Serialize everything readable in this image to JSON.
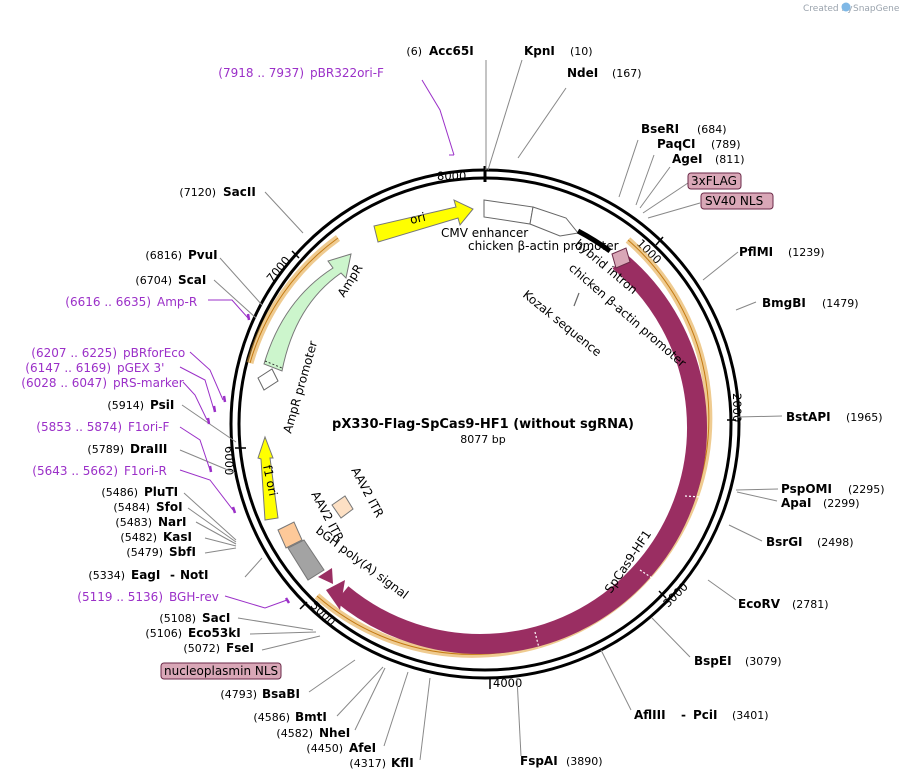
{
  "title": "pX330-Flag-SpCas9-HF1  (without sgRNA)",
  "length_label": "8077 bp",
  "credit": {
    "prefix": "Created by",
    "brand": "SnapGene"
  },
  "ticks": [
    "1000",
    "2000",
    "3000",
    "4000",
    "5000",
    "6000",
    "7000",
    "8000"
  ],
  "enzymes": {
    "acc65i": {
      "name": "Acc65I",
      "pos": "(6)"
    },
    "kpni": {
      "name": "KpnI",
      "pos": "(10)"
    },
    "ndei": {
      "name": "NdeI",
      "pos": "(167)"
    },
    "bseri": {
      "name": "BseRI",
      "pos": "(684)"
    },
    "paqci": {
      "name": "PaqCI",
      "pos": "(789)"
    },
    "agei": {
      "name": "AgeI",
      "pos": "(811)"
    },
    "pflmi": {
      "name": "PflMI",
      "pos": "(1239)"
    },
    "bmgbi": {
      "name": "BmgBI",
      "pos": "(1479)"
    },
    "bstapi": {
      "name": "BstAPI",
      "pos": "(1965)"
    },
    "pspomi": {
      "name": "PspOMI",
      "pos": "(2295)"
    },
    "apai": {
      "name": "ApaI",
      "pos": "(2299)"
    },
    "bsrgi": {
      "name": "BsrGI",
      "pos": "(2498)"
    },
    "ecorv": {
      "name": "EcoRV",
      "pos": "(2781)"
    },
    "bspei": {
      "name": "BspEI",
      "pos": "(3079)"
    },
    "aflii": {
      "name": "AflIII",
      "sep": "-",
      "name2": "PciI",
      "pos": "(3401)"
    },
    "fspai": {
      "name": "FspAI",
      "pos": "(3890)"
    },
    "kfli": {
      "name": "KflI",
      "pos": "(4317)"
    },
    "afei": {
      "name": "AfeI",
      "pos": "(4450)"
    },
    "nhei": {
      "name": "NheI",
      "pos": "(4582)"
    },
    "bmti": {
      "name": "BmtI",
      "pos": "(4586)"
    },
    "bsabi": {
      "name": "BsaBI",
      "pos": "(4793)"
    },
    "fsei": {
      "name": "FseI",
      "pos": "(5072)"
    },
    "eco53ki": {
      "name": "Eco53kI",
      "pos": "(5106)"
    },
    "saci": {
      "name": "SacI",
      "pos": "(5108)"
    },
    "eagi": {
      "name": "EagI",
      "sep": "-",
      "name2": "NotI",
      "pos": "(5334)"
    },
    "sbfi": {
      "name": "SbfI",
      "pos": "(5479)"
    },
    "kasi": {
      "name": "KasI",
      "pos": "(5482)"
    },
    "nari": {
      "name": "NarI",
      "pos": "(5483)"
    },
    "sfoi": {
      "name": "SfoI",
      "pos": "(5484)"
    },
    "plutI": {
      "name": "PluTI",
      "pos": "(5486)"
    },
    "draiii": {
      "name": "DraIII",
      "pos": "(5789)"
    },
    "psii": {
      "name": "PsiI",
      "pos": "(5914)"
    },
    "scai": {
      "name": "ScaI",
      "pos": "(6704)"
    },
    "pvui": {
      "name": "PvuI",
      "pos": "(6816)"
    },
    "sacii": {
      "name": "SacII",
      "pos": "(7120)"
    }
  },
  "primers": {
    "pbr322ori": {
      "range": "(7918 .. 7937)",
      "name": "pBR322ori-F"
    },
    "ampr": {
      "range": "(6616 .. 6635)",
      "name": "Amp-R"
    },
    "pbrforeco": {
      "range": "(6207 .. 6225)",
      "name": "pBRforEco"
    },
    "pgex3": {
      "range": "(6147 .. 6169)",
      "name": "pGEX 3'"
    },
    "prsmarker": {
      "range": "(6028 .. 6047)",
      "name": "pRS-marker"
    },
    "f1orif": {
      "range": "(5853 .. 5874)",
      "name": "F1ori-F"
    },
    "f1orir": {
      "range": "(5643 .. 5662)",
      "name": "F1ori-R"
    },
    "bghrev": {
      "range": "(5119 .. 5136)",
      "name": "BGH-rev"
    }
  },
  "boxes": {
    "flag": "3xFLAG",
    "sv40": "SV40 NLS",
    "nucleoplasmin": "nucleoplasmin NLS"
  },
  "features": {
    "ori": "ori",
    "ampr": "AmpR",
    "ampr_promoter": "AmpR promoter",
    "f1ori": "f1 ori",
    "aav2_itr_inner": "AAV2 ITR",
    "aav2_itr_outer": "AAV2 ITR",
    "bgh": "bGH poly(A) signal",
    "cas9": "SpCas9-HF1",
    "cmv": "CMV enhancer",
    "cba": "chicken β-actin promoter",
    "intron": "hybrid intron",
    "kozak": "Kozak sequence"
  },
  "colors": {
    "cas9": "#9a2e62",
    "cds_band": "#e2a035",
    "ori": "#ffff00",
    "ampr": "#ccf5cc",
    "primer": "#9b30c8",
    "box_fill": "#d9a7b7",
    "itr_inner": "#fde0c4",
    "itr_outer": "#fdc999",
    "bgh": "#a3a3a3"
  }
}
